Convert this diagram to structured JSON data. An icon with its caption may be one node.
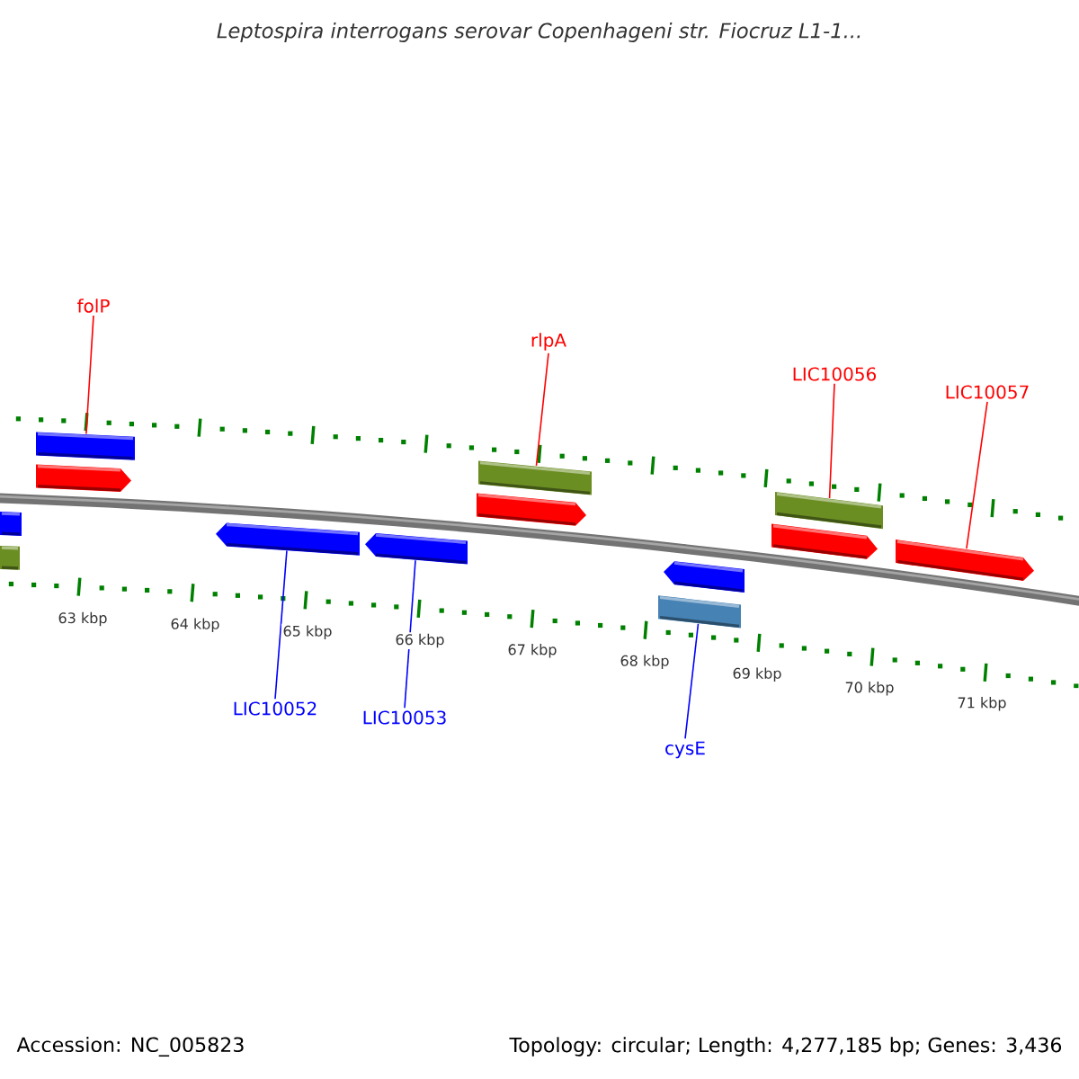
{
  "diagram": {
    "title": "Leptospira interrogans serovar Copenhageni str. Fiocruz L1-1...",
    "nodes": [
      {
        "text": [
          "folP"
        ]
      },
      {
        "text": [
          "rlpA"
        ]
      },
      {
        "text": [
          "LIC10056"
        ]
      },
      {
        "text": [
          "LIC10057"
        ]
      },
      {
        "text": [
          "LIC10052"
        ]
      },
      {
        "text": [
          "LIC10053"
        ]
      },
      {
        "text": [
          "cysE"
        ]
      },
      {
        "text": [],
        "shape": "bar"
      },
      {
        "text": [],
        "shape": "bar"
      },
      {
        "text": [],
        "shape": "bar"
      },
      {
        "text": [],
        "shape": "arrow"
      },
      {
        "text": [],
        "shape": "arrow"
      },
      {
        "text": [],
        "shape": "arrow"
      },
      {
        "text": [],
        "shape": "bar"
      },
      {
        "text": [],
        "shape": "arrow"
      },
      {
        "text": [],
        "shape": "arrow"
      },
      {
        "text": [],
        "shape": "bar"
      },
      {
        "text": [],
        "shape": "bar"
      },
      {
        "text": [],
        "shape": "arrow"
      },
      {
        "text": [],
        "shape": "arrow"
      }
    ],
    "edges": [
      {
        "from": 0,
        "to": 9,
        "arrow": "none"
      },
      {
        "from": 1,
        "to": 13,
        "arrow": "none"
      },
      {
        "from": 2,
        "to": 17,
        "arrow": "none"
      },
      {
        "from": 3,
        "to": 19,
        "arrow": "none"
      },
      {
        "from": 4,
        "to": 11,
        "arrow": "none",
        "color": "#0000ff"
      },
      {
        "from": 5,
        "to": 12,
        "arrow": "none",
        "color": "#0000ff"
      },
      {
        "from": 6,
        "to": 16,
        "arrow": "none",
        "color": "#0000ff"
      }
    ],
    "labels": [
      "63 kbp",
      "64 kbp",
      "65 kbp",
      "66 kbp",
      "67 kbp",
      "68 kbp",
      "69 kbp",
      "70 kbp",
      "71 kbp",
      "Accession: NC_005823",
      "Topology: circular; Length: 4,277,185 bp; Genes: 3,436"
    ]
  }
}
